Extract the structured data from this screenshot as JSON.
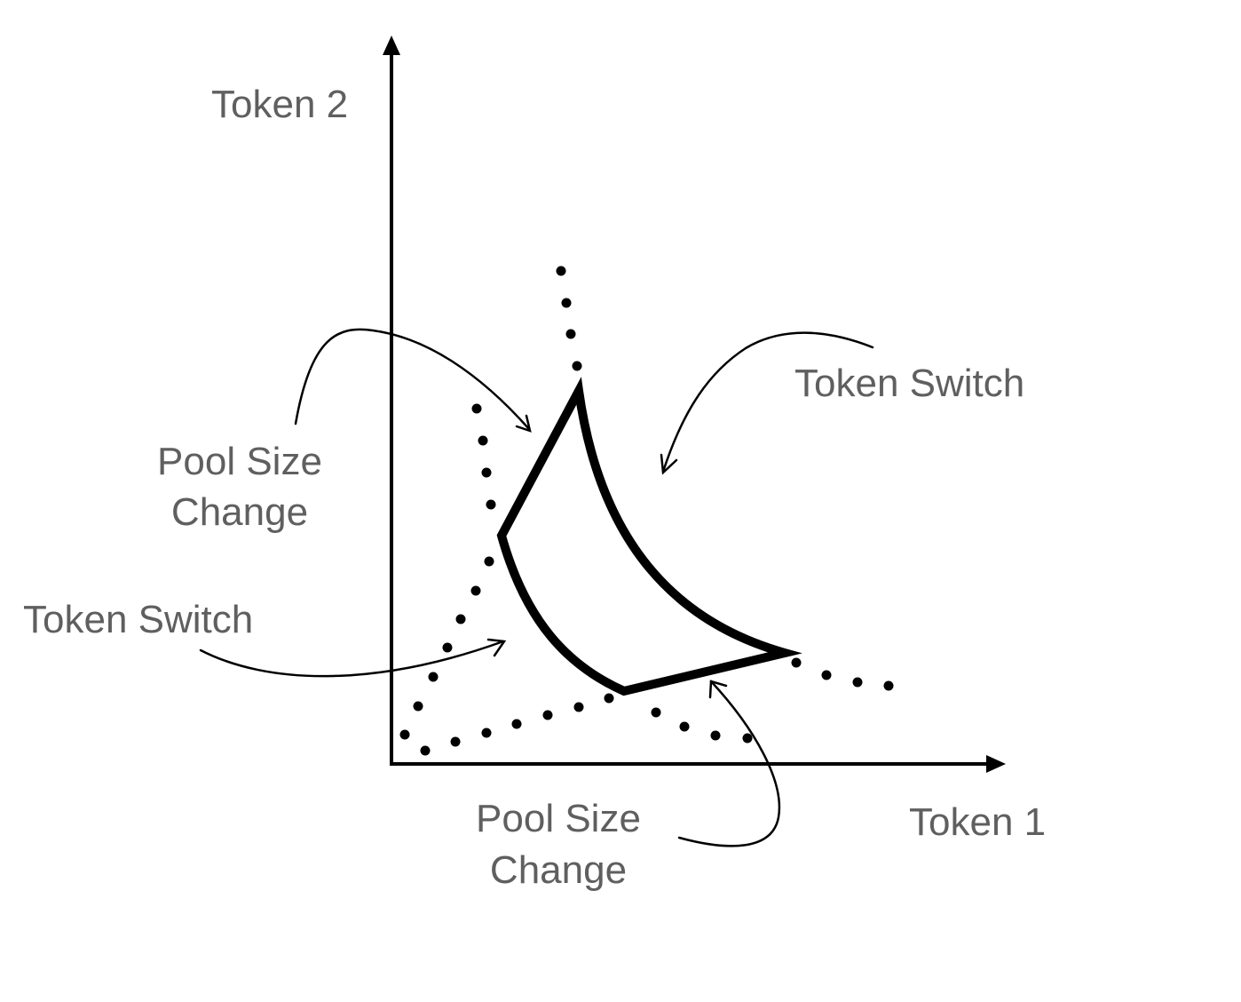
{
  "axes": {
    "y_label": "Token 2",
    "x_label": "Token 1"
  },
  "annotations": {
    "top_right": "Token Switch",
    "left_middle": [
      "Pool Size",
      "Change"
    ],
    "left_lower": "Token Switch",
    "bottom_middle": [
      "Pool Size",
      "Change"
    ]
  },
  "colors": {
    "text": "#5f5f5f",
    "lines": "#000000",
    "background": "#ffffff"
  }
}
